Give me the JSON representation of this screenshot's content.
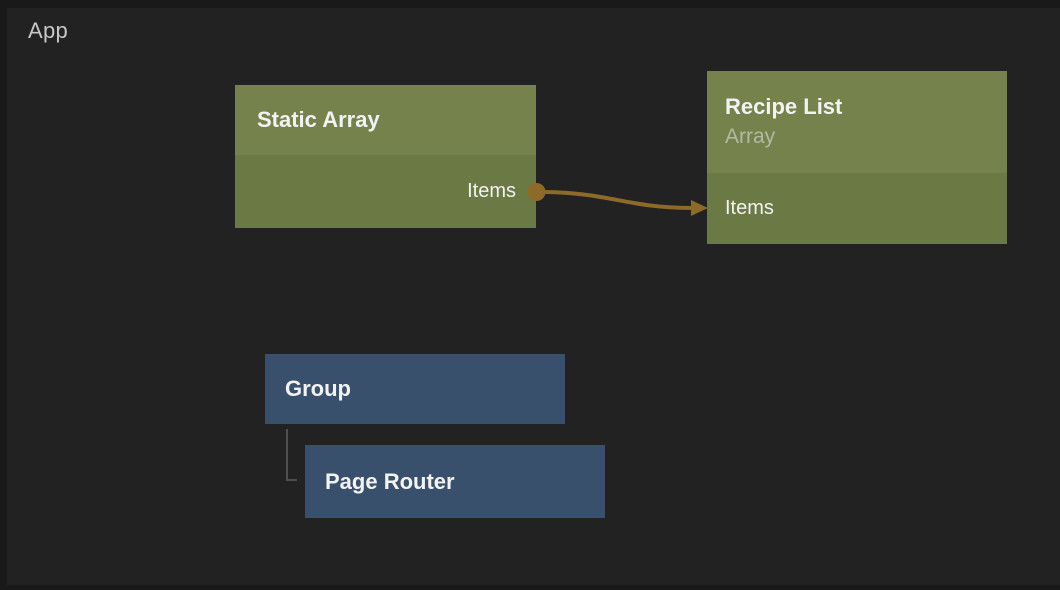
{
  "canvas": {
    "label": "App"
  },
  "nodes": {
    "static_array": {
      "title": "Static Array",
      "type_color": "green",
      "output_label": "Items"
    },
    "recipe_list": {
      "title": "Recipe List",
      "subtitle": "Array",
      "type_color": "green",
      "input_label": "Items"
    },
    "group": {
      "title": "Group",
      "type_color": "blue"
    },
    "page_router": {
      "title": "Page Router",
      "type_color": "blue"
    }
  },
  "connections": [
    {
      "from_node": "Static Array",
      "from_port": "Items",
      "to_node": "Recipe List",
      "to_port": "Items",
      "kind": "data-wire"
    },
    {
      "from_node": "Group",
      "to_node": "Page Router",
      "kind": "parent-child"
    }
  ],
  "colors": {
    "bg_edge": "#191919",
    "bg_canvas": "#222222",
    "green_header": "#76824c",
    "green_body": "#6b7944",
    "blue_node": "#38506b",
    "wire": "#8d6a28",
    "tree_line": "#4f4f4f",
    "title_text": "#f2f2f2",
    "subtitle_text": "#b4b9a3",
    "app_label": "#c7c7c7"
  }
}
